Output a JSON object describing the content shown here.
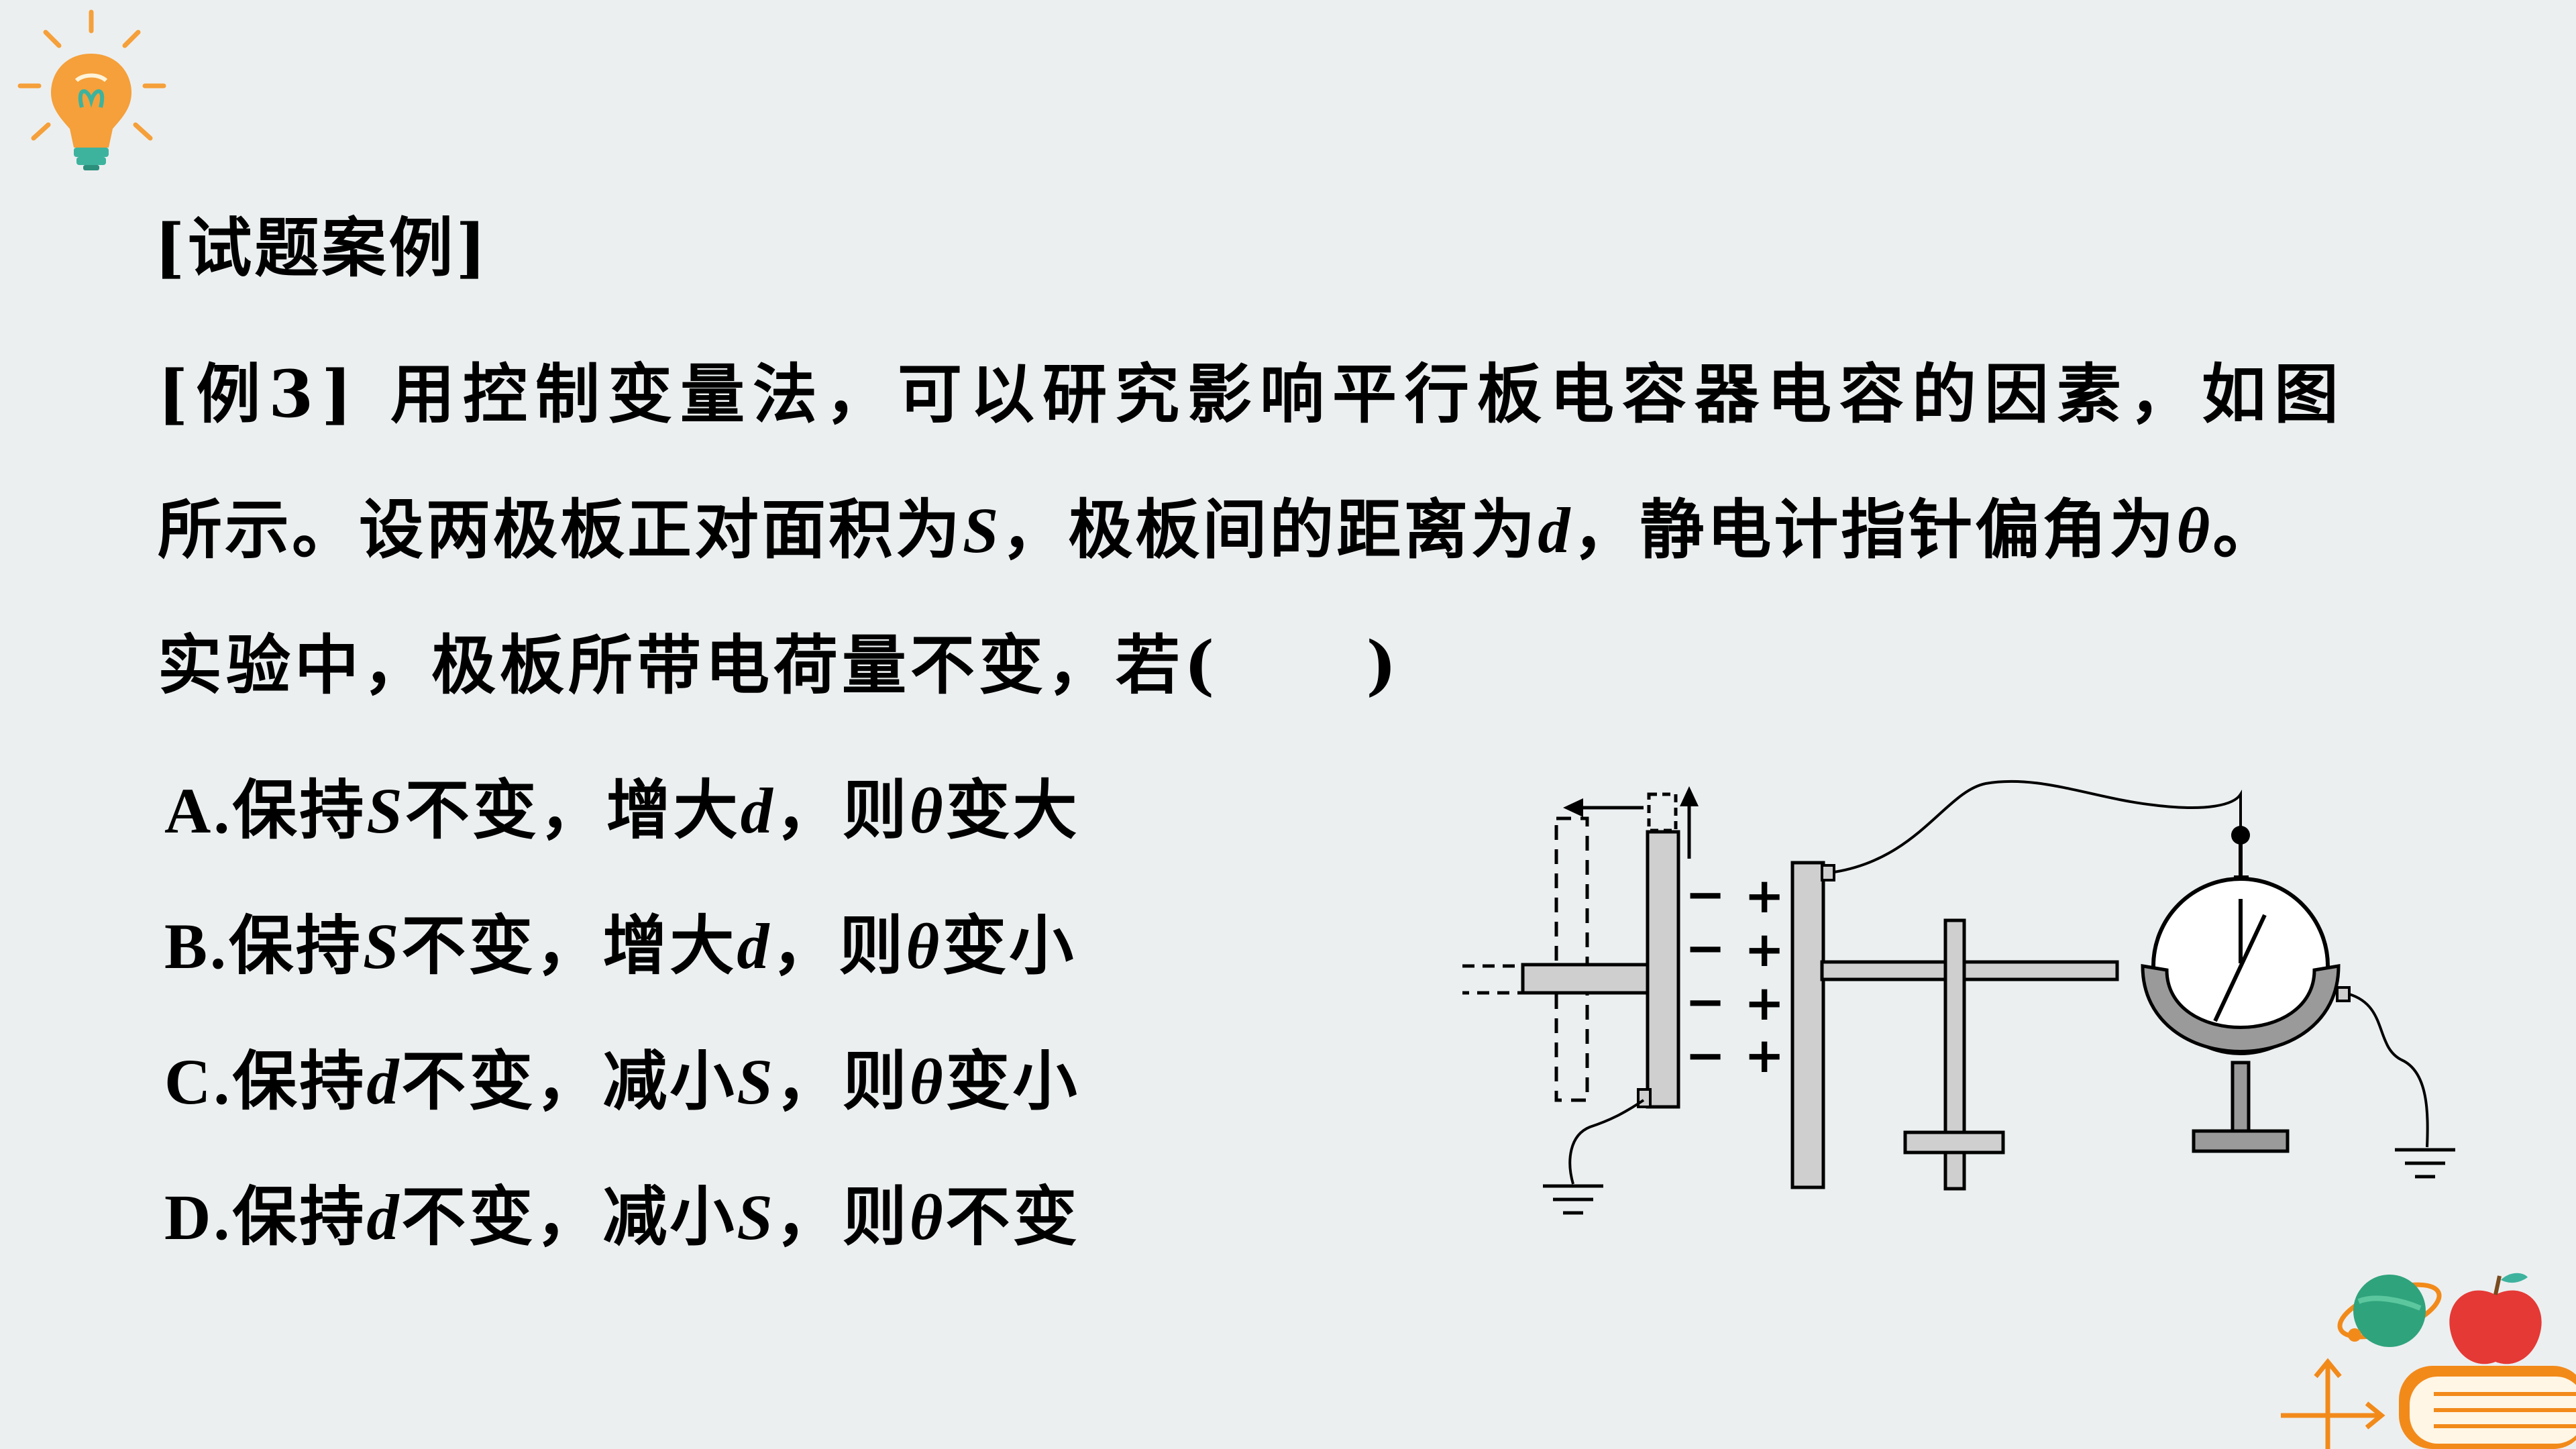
{
  "header": {
    "section_title": "[试题案例]"
  },
  "question": {
    "line1": "[例3] 用控制变量法，可以研究影响平行板电容器电容的因素，如图",
    "line2_a": "所示。设两极板正对面积为",
    "line2_S": "S",
    "line2_b": "，极板间的距离为",
    "line2_d": "d",
    "line2_c": "，静电计指针偏角为",
    "line2_theta": "θ",
    "line2_end": "。",
    "line3_a": "实验中，极板所带电荷量不变，若(",
    "line3_b": ")"
  },
  "options": [
    {
      "letter": "A.",
      "p1": "保持",
      "v1": "S",
      "p2": "不变，增大",
      "v2": "d",
      "p3": "，则",
      "v3": "θ",
      "p4": "变大"
    },
    {
      "letter": "B.",
      "p1": "保持",
      "v1": "S",
      "p2": "不变，增大",
      "v2": "d",
      "p3": "，则",
      "v3": "θ",
      "p4": "变小"
    },
    {
      "letter": "C.",
      "p1": "保持",
      "v1": "d",
      "p2": "不变，减小",
      "v2": "S",
      "p3": "，则",
      "v3": "θ",
      "p4": "变小"
    },
    {
      "letter": "D.",
      "p1": "保持",
      "v1": "d",
      "p2": "不变，减小",
      "v2": "S",
      "p3": "，则",
      "v3": "θ",
      "p4": "不变"
    }
  ],
  "diagram": {
    "minus_sign": "−",
    "plus_sign": "+"
  },
  "colors": {
    "background": "#eceff0",
    "bulb_orange": "#f5a03a",
    "bulb_base": "#3db39e",
    "plate_gray": "#c8c8c8",
    "electroscope_gray": "#9a9a9a",
    "globe_green": "#2fa37c",
    "apple_red": "#e53935",
    "book_orange": "#f28a1a"
  }
}
